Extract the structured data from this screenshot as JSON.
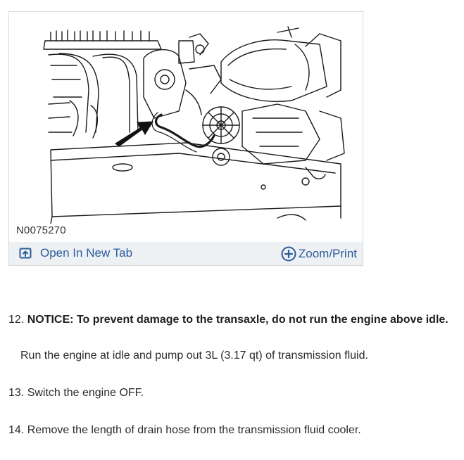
{
  "figure": {
    "id": "N0075270",
    "open_label": "Open In New Tab",
    "zoom_label": "Zoom/Print",
    "icons": {
      "open": "open-new-tab-icon",
      "zoom": "zoom-plus-circle-icon"
    },
    "link_color": "#2b5c9a"
  },
  "steps": [
    {
      "number": "12.",
      "notice_label": "NOTICE:",
      "notice_text": "To prevent damage to the transaxle, do not run the engine above idle.",
      "detail": "Run the engine at idle and pump out 3L (3.17 qt) of transmission fluid."
    },
    {
      "number": "13.",
      "text": "Switch the engine OFF."
    },
    {
      "number": "14.",
      "text": "Remove the length of drain hose from the transmission fluid cooler."
    }
  ]
}
